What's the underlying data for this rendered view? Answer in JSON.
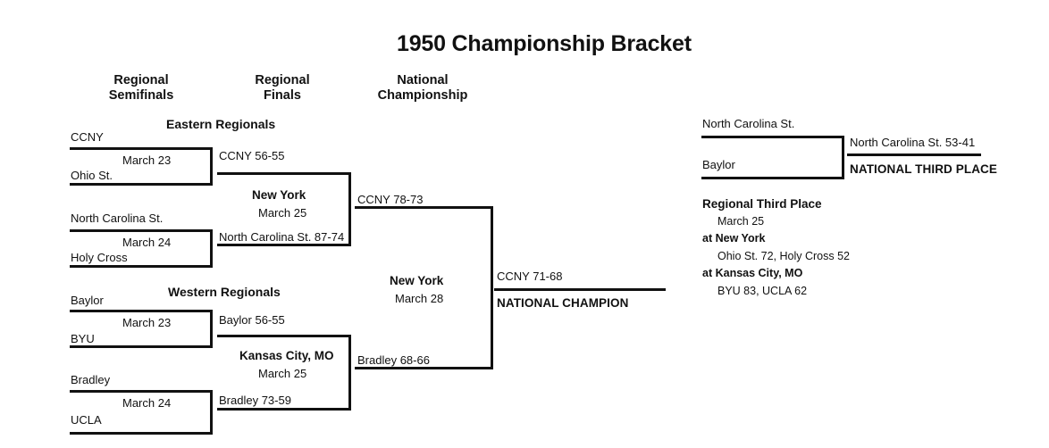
{
  "title": "1950 Championship Bracket",
  "columns": [
    {
      "line1": "Regional",
      "line2": "Semifinals"
    },
    {
      "line1": "Regional",
      "line2": "Finals"
    },
    {
      "line1": "National",
      "line2": "Championship"
    }
  ],
  "regions": {
    "east": {
      "header": "Eastern Regionals",
      "semifinals": [
        {
          "top_team": "CCNY",
          "bottom_team": "Ohio St.",
          "date": "March 23",
          "result": "CCNY 56-55"
        },
        {
          "top_team": "North Carolina St.",
          "bottom_team": "Holy Cross",
          "date": "March 24",
          "result": "North Carolina St. 87-74"
        }
      ],
      "final": {
        "site": "New York",
        "date": "March 25",
        "result": "CCNY 78-73"
      }
    },
    "west": {
      "header": "Western Regionals",
      "semifinals": [
        {
          "top_team": "Baylor",
          "bottom_team": "BYU",
          "date": "March 23",
          "result": "Baylor 56-55"
        },
        {
          "top_team": "Bradley",
          "bottom_team": "UCLA",
          "date": "March 24",
          "result": "Bradley 73-59"
        }
      ],
      "final": {
        "site": "Kansas City, MO",
        "date": "March 25",
        "result": "Bradley 68-66"
      }
    }
  },
  "championship": {
    "site": "New York",
    "date": "March 28",
    "result": "CCNY 71-68",
    "label": "NATIONAL CHAMPION"
  },
  "third_place": {
    "top_team": "North Carolina St.",
    "bottom_team": "Baylor",
    "result": "North Carolina St. 53-41",
    "label": "NATIONAL THIRD PLACE"
  },
  "regional_third_place": {
    "heading": "Regional Third Place",
    "date": "March 25",
    "site1": "at New York",
    "game1": "Ohio St. 72, Holy Cross 52",
    "site2": "at Kansas City, MO",
    "game2": "BYU 83, UCLA 62"
  },
  "colors": {
    "ink": "#111111",
    "background": "#ffffff"
  }
}
